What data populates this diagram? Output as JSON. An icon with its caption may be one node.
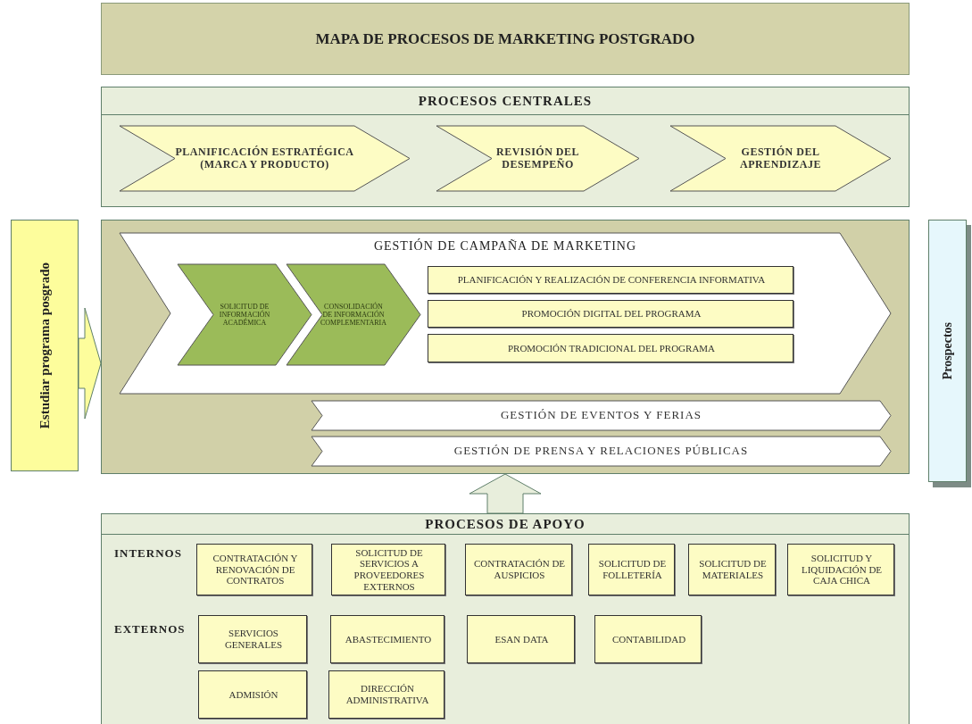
{
  "diagram": {
    "title": "MAPA DE PROCESOS DE MARKETING POSTGRADO",
    "nodes": [
      {
        "text": [
          "PROCESOS CENTRALES"
        ]
      },
      {
        "text": [
          "PLANIFICACIÓN ESTRATÉGICA (MARCA Y PRODUCTO)"
        ],
        "in": 0
      },
      {
        "text": [
          "REVISIÓN DEL DESEMPEÑO"
        ],
        "in": 0
      },
      {
        "text": [
          "GESTIÓN DEL APRENDIZAJE"
        ],
        "in": 0
      },
      {
        "text": [
          "Estudiar programa posgrado"
        ]
      },
      {
        "text": [],
        "shape": "box"
      },
      {
        "text": [
          "GESTIÓN DE CAMPAÑA DE MARKETING"
        ],
        "in": 5
      },
      {
        "text": [
          "SOLICITUD DE INFORMACIÓN ACADÉMICA"
        ],
        "in": 6
      },
      {
        "text": [
          "CONSOLIDACIÓN DE INFORMACIÓN COMPLEMENTARIA"
        ],
        "in": 6
      },
      {
        "text": [
          "PLANIFICACIÓN Y REALIZACIÓN DE CONFERENCIA INFORMATIVA"
        ],
        "in": 6
      },
      {
        "text": [
          "PROMOCIÓN DIGITAL DEL PROGRAMA"
        ],
        "in": 6
      },
      {
        "text": [
          "PROMOCIÓN TRADICIONAL DEL PROGRAMA"
        ],
        "in": 6
      },
      {
        "text": [
          "GESTIÓN DE EVENTOS Y FERIAS"
        ],
        "in": 5
      },
      {
        "text": [
          "GESTIÓN DE PRENSA Y RELACIONES PÚBLICAS"
        ],
        "in": 5
      },
      {
        "text": [
          "Prospectos"
        ]
      },
      {
        "text": [
          "PROCESOS DE APOYO"
        ]
      },
      {
        "text": [
          "CONTRATACIÓN Y RENOVACIÓN DE CONTRATOS"
        ],
        "in": 15
      },
      {
        "text": [
          "SOLICITUD DE SERVICIOS A PROVEEDORES EXTERNOS"
        ],
        "in": 15
      },
      {
        "text": [
          "CONTRATACIÓN DE AUSPICIOS"
        ],
        "in": 15
      },
      {
        "text": [
          "SOLICITUD DE FOLLETERÍA"
        ],
        "in": 15
      },
      {
        "text": [
          "SOLICITUD DE MATERIALES"
        ],
        "in": 15
      },
      {
        "text": [
          "SOLICITUD Y LIQUIDACIÓN DE CAJA CHICA"
        ],
        "in": 15
      },
      {
        "text": [
          "SERVICIOS GENERALES"
        ],
        "in": 15
      },
      {
        "text": [
          "ABASTECIMIENTO"
        ],
        "in": 15
      },
      {
        "text": [
          "ESAN DATA"
        ],
        "in": 15
      },
      {
        "text": [
          "CONTABILIDAD"
        ],
        "in": 15
      },
      {
        "text": [
          "ADMISIÓN"
        ],
        "in": 15
      },
      {
        "text": [
          "DIRECCIÓN ADMINISTRATIVA"
        ],
        "in": 15
      }
    ],
    "edges": [
      {
        "from": 4,
        "to": 5,
        "arrow": "to",
        "style": "thick"
      },
      {
        "from": 15,
        "to": 5,
        "arrow": "to",
        "style": "thick"
      }
    ],
    "labels": [
      "INTERNOS",
      "EXTERNOS"
    ]
  }
}
